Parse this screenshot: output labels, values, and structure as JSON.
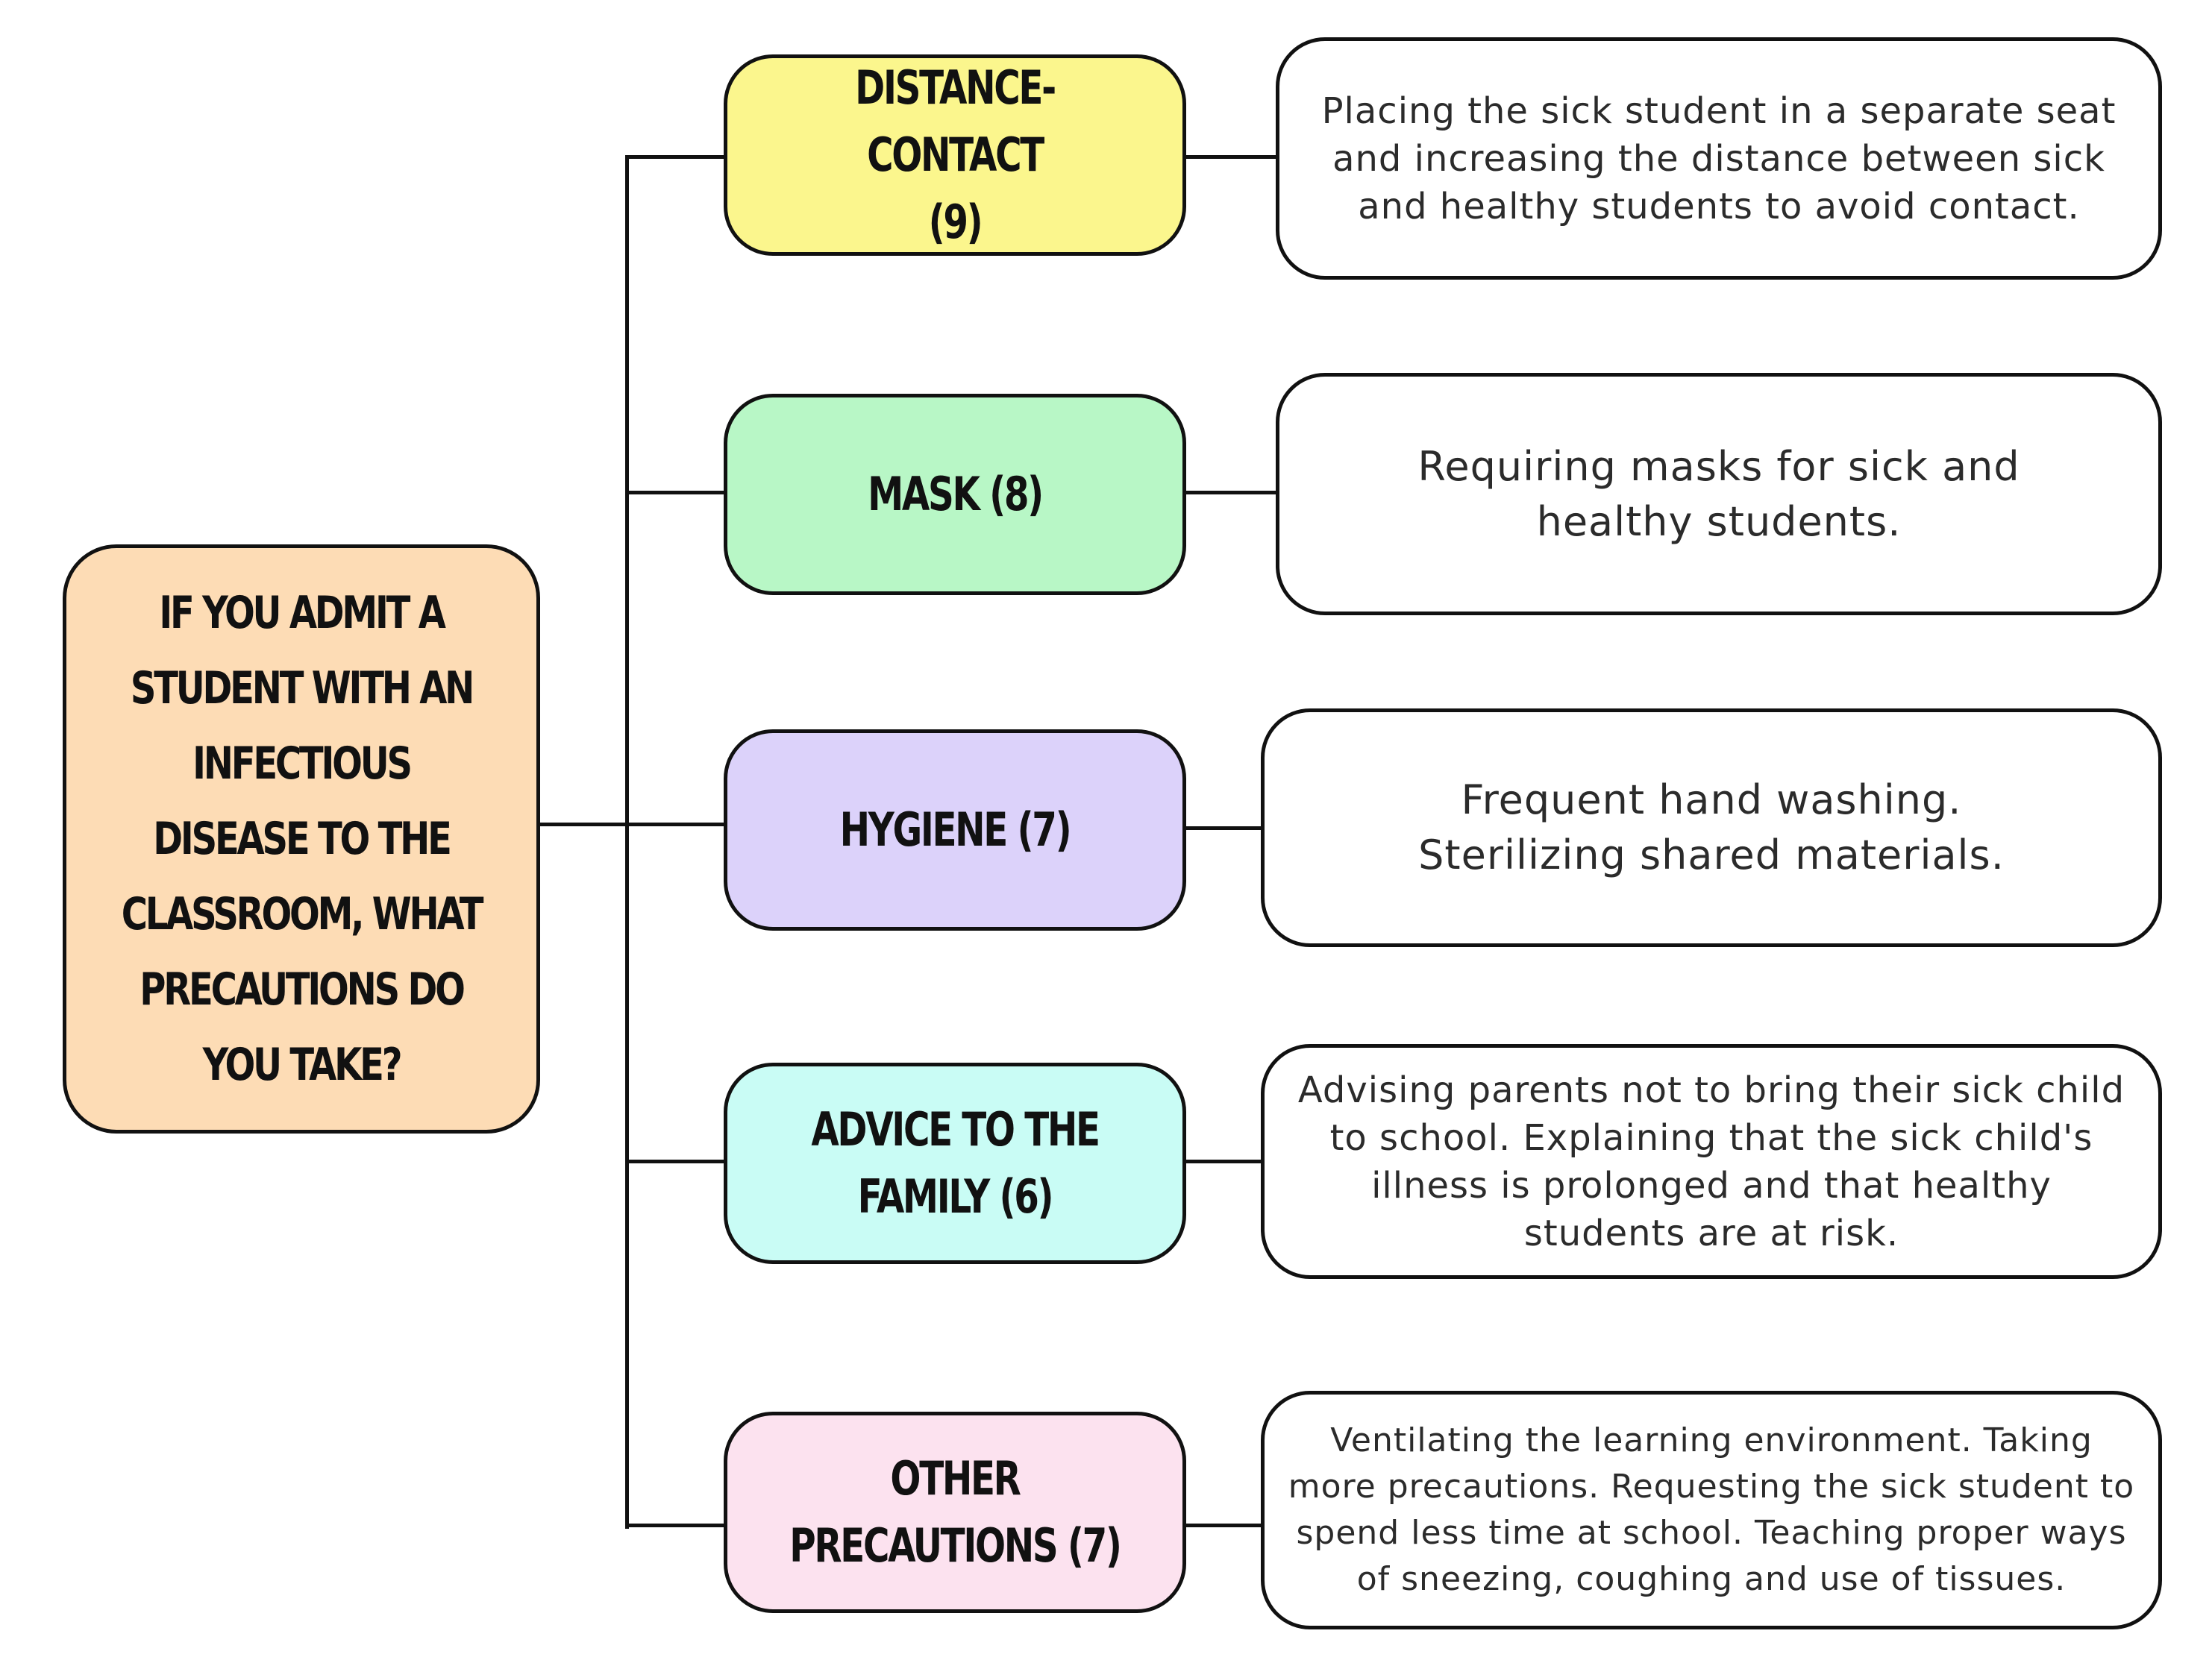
{
  "root": {
    "text": "IF YOU ADMIT A STUDENT WITH AN INFECTIOUS DISEASE TO THE CLASSROOM, WHAT PRECAUTIONS DO YOU TAKE?",
    "fill": "#FDDCB5"
  },
  "categories": [
    {
      "label": "DISTANCE-CONTACT\n(9)",
      "fill": "#FBF68D",
      "description": "Placing the sick student in a separate seat and increasing the distance between sick and healthy students to avoid contact."
    },
    {
      "label": "MASK (8)",
      "fill": "#B8F7C6",
      "description": "Requiring masks for sick and healthy students."
    },
    {
      "label": "HYGIENE (7)",
      "fill": "#DCD2FA",
      "description": "Frequent hand washing. Sterilizing shared materials."
    },
    {
      "label": "ADVICE TO THE\nFAMILY (6)",
      "fill": "#C9FCF5",
      "description": "Advising parents not to bring their sick child to school. Explaining that the sick child's illness is prolonged and that healthy students are at risk."
    },
    {
      "label": "OTHER\nPRECAUTIONS (7)",
      "fill": "#FCE2EF",
      "description": "Ventilating the learning environment. Taking more precautions. Requesting the sick student to spend less time at school. Teaching proper ways of sneezing, coughing and use of tissues."
    }
  ]
}
